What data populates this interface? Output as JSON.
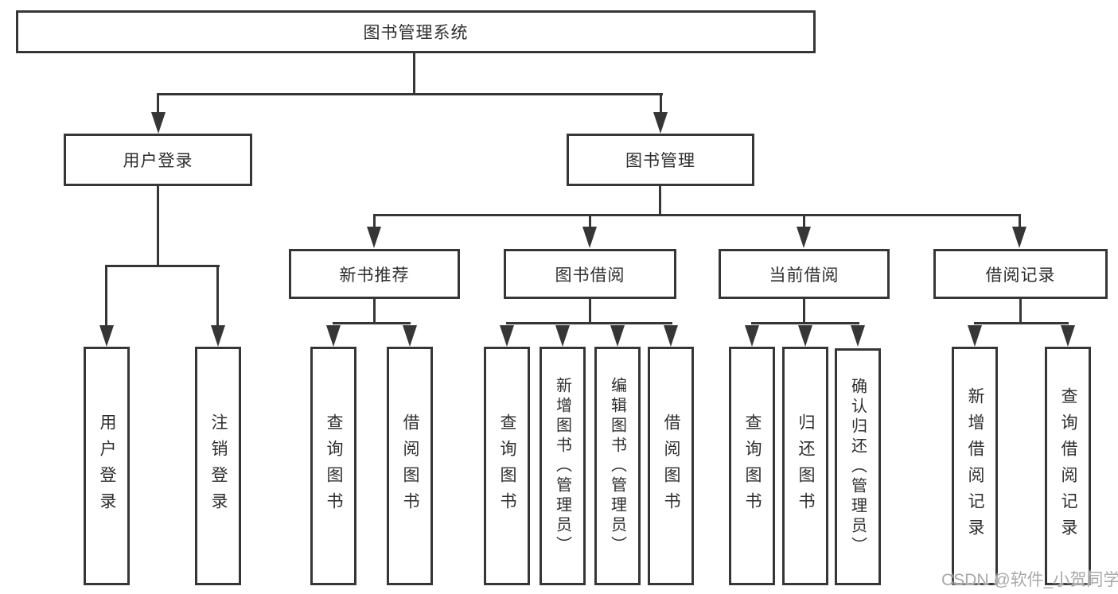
{
  "nodes": {
    "root": "图书管理系统",
    "level2": {
      "user_login": "用户登录",
      "book_mgmt": "图书管理"
    },
    "level3": {
      "new_book": "新书推荐",
      "book_borrow": "图书借阅",
      "current_borrow": "当前借阅",
      "borrow_records": "借阅记录"
    },
    "leaves": {
      "user_login": [
        "用户登录",
        "注销登录"
      ],
      "new_book": [
        "查询图书",
        "借阅图书"
      ],
      "book_borrow": [
        "查询图书",
        "新增图书（管理员）",
        "编辑图书（管理员）",
        "借阅图书"
      ],
      "current_borrow": [
        "查询图书",
        "归还图书",
        "确认归还（管理员）"
      ],
      "borrow_records": [
        "新增借阅记录",
        "查询借阅记录"
      ]
    }
  },
  "watermark": {
    "text": "CSDN @软件_小贺同学"
  },
  "colors": {
    "line": "#363636",
    "text": "#2e2e2e",
    "watermark": "#a9a9a9",
    "background": "#ffffff"
  }
}
